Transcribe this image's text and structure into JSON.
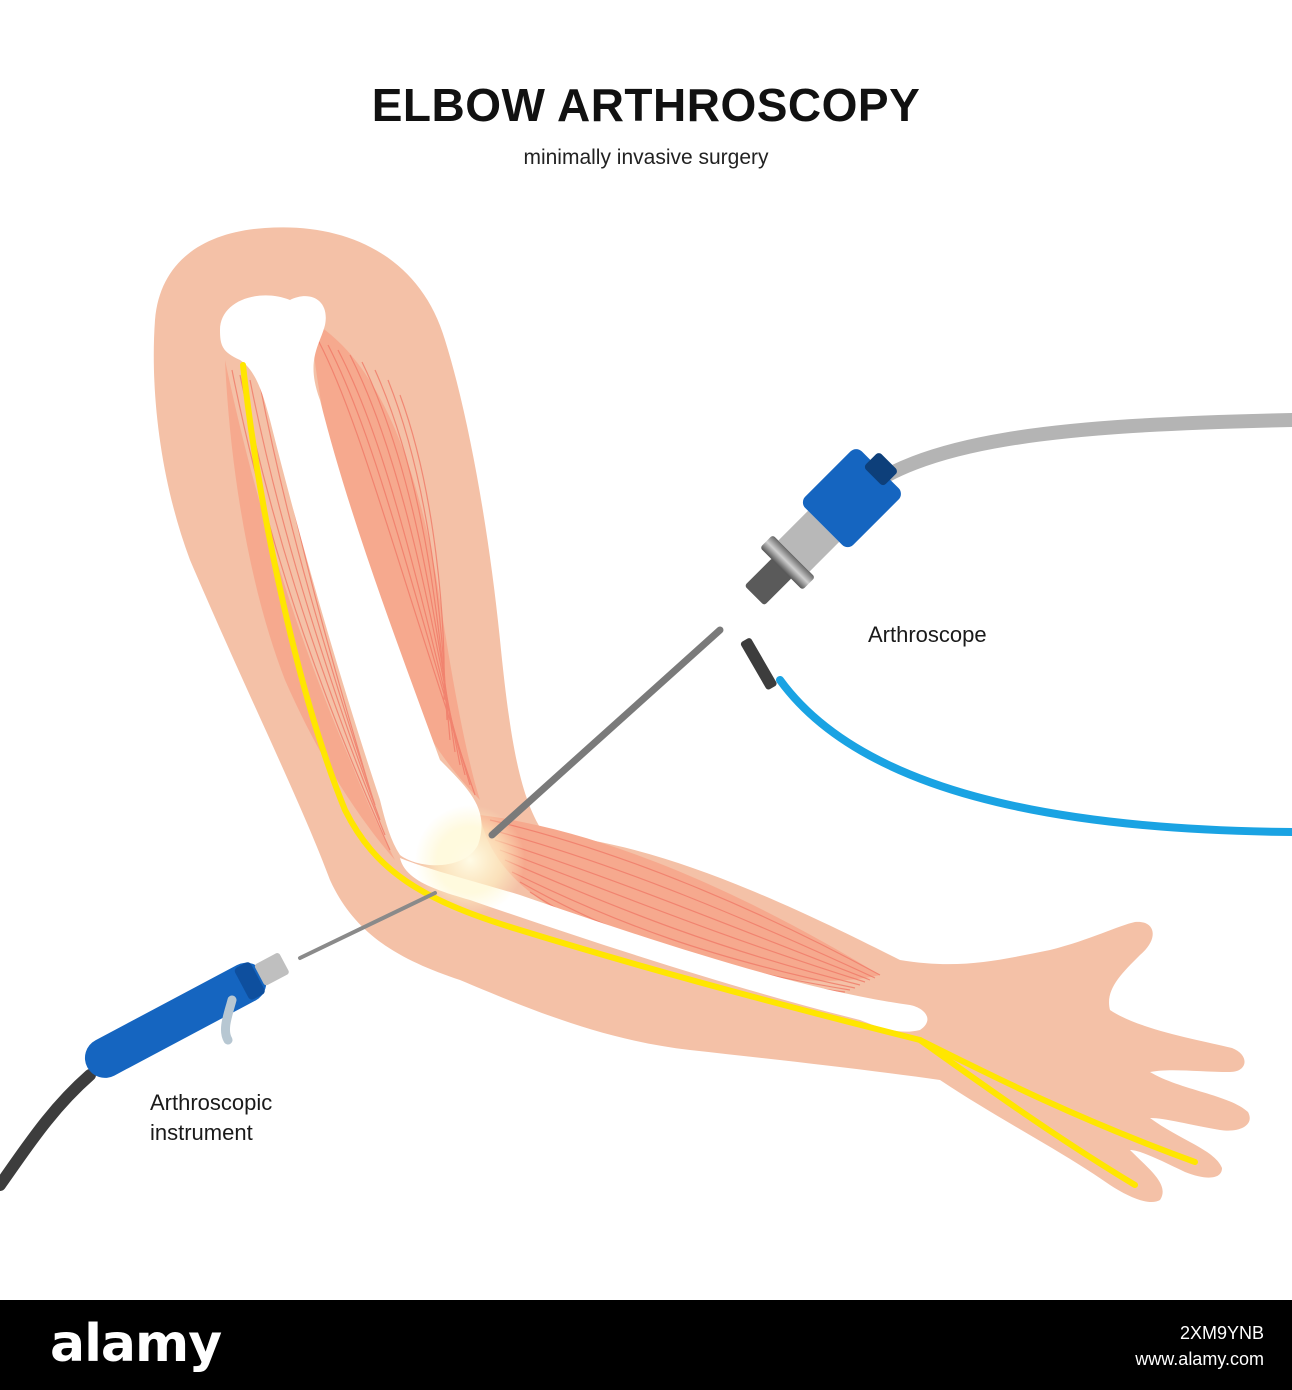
{
  "title": "ELBOW ARTHROSCOPY",
  "subtitle": "minimally invasive surgery",
  "labels": {
    "arthroscope": "Arthroscope",
    "instrument_line1": "Arthroscopic",
    "instrument_line2": "instrument"
  },
  "footer": {
    "brand": "alamy",
    "image_id": "2XM9YNB",
    "url": "www.alamy.com"
  },
  "colors": {
    "skin": "#f4c1a7",
    "muscle": "#f08878",
    "bone": "#ffffff",
    "nerve": "#ffe600",
    "scope_cable": "#b4b4b4",
    "light_cable": "#1aa3e3",
    "instrument_body": "#1565c0",
    "instrument_cable": "#3d3d3d"
  },
  "icons": {
    "arthroscope": "arthroscope-camera-icon",
    "instrument": "shaver-handpiece-icon"
  }
}
